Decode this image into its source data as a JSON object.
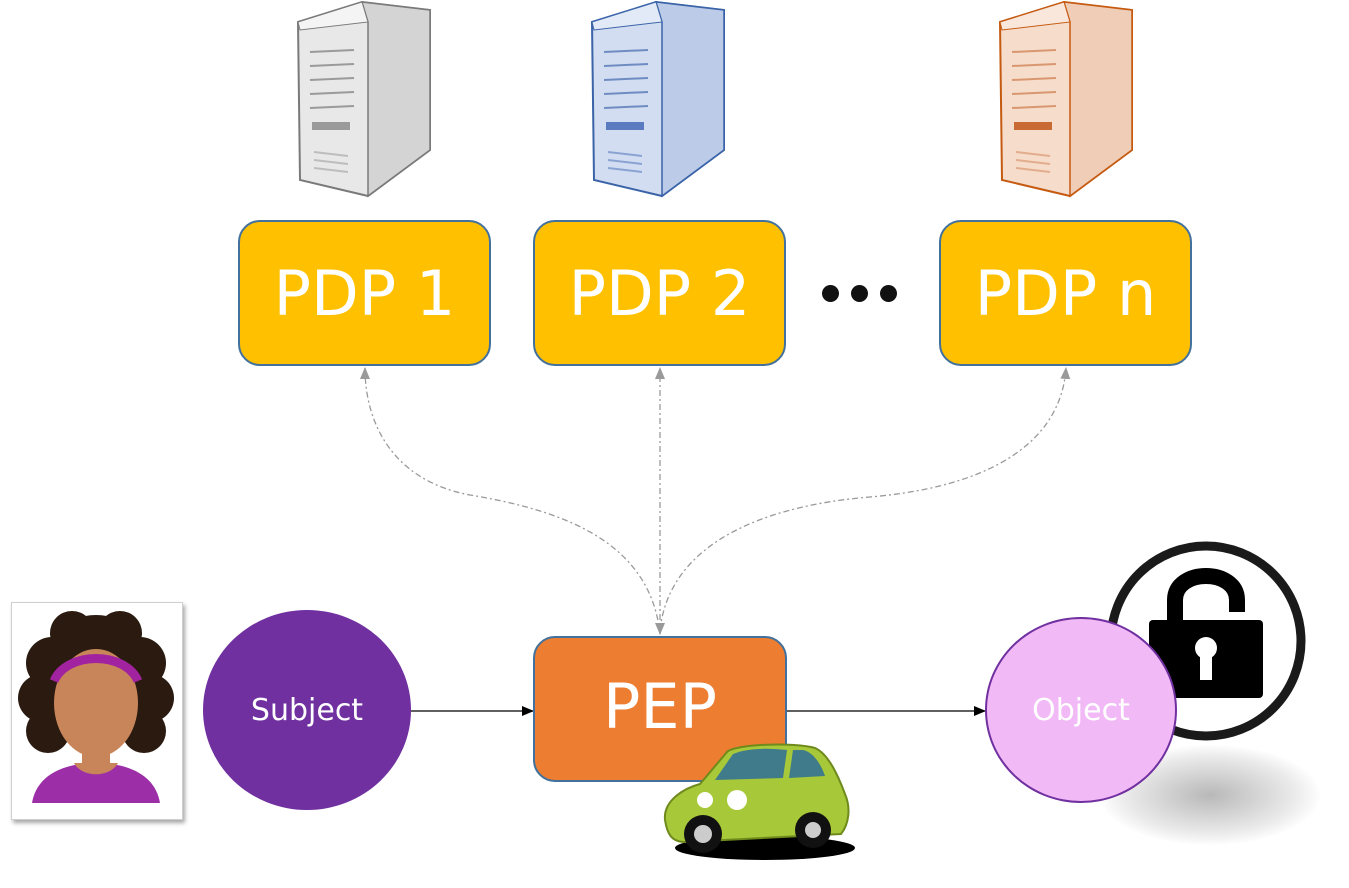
{
  "pdps": [
    {
      "label": "PDP 1",
      "server_color": "#e6e6e6"
    },
    {
      "label": "PDP 2",
      "server_color": "#c9d6ee"
    },
    {
      "label": "PDP n",
      "server_color": "#f6d8c4"
    }
  ],
  "pep": {
    "label": "PEP",
    "color": "#ed7d31"
  },
  "subject": {
    "label": "Subject",
    "color": "#7030a0"
  },
  "object": {
    "label": "Object",
    "color": "#f2b9f7"
  },
  "pdp_color": "#ffc000",
  "icons": [
    "server-icon",
    "person-icon",
    "car-icon",
    "padlock-icon",
    "ellipsis-icon"
  ]
}
